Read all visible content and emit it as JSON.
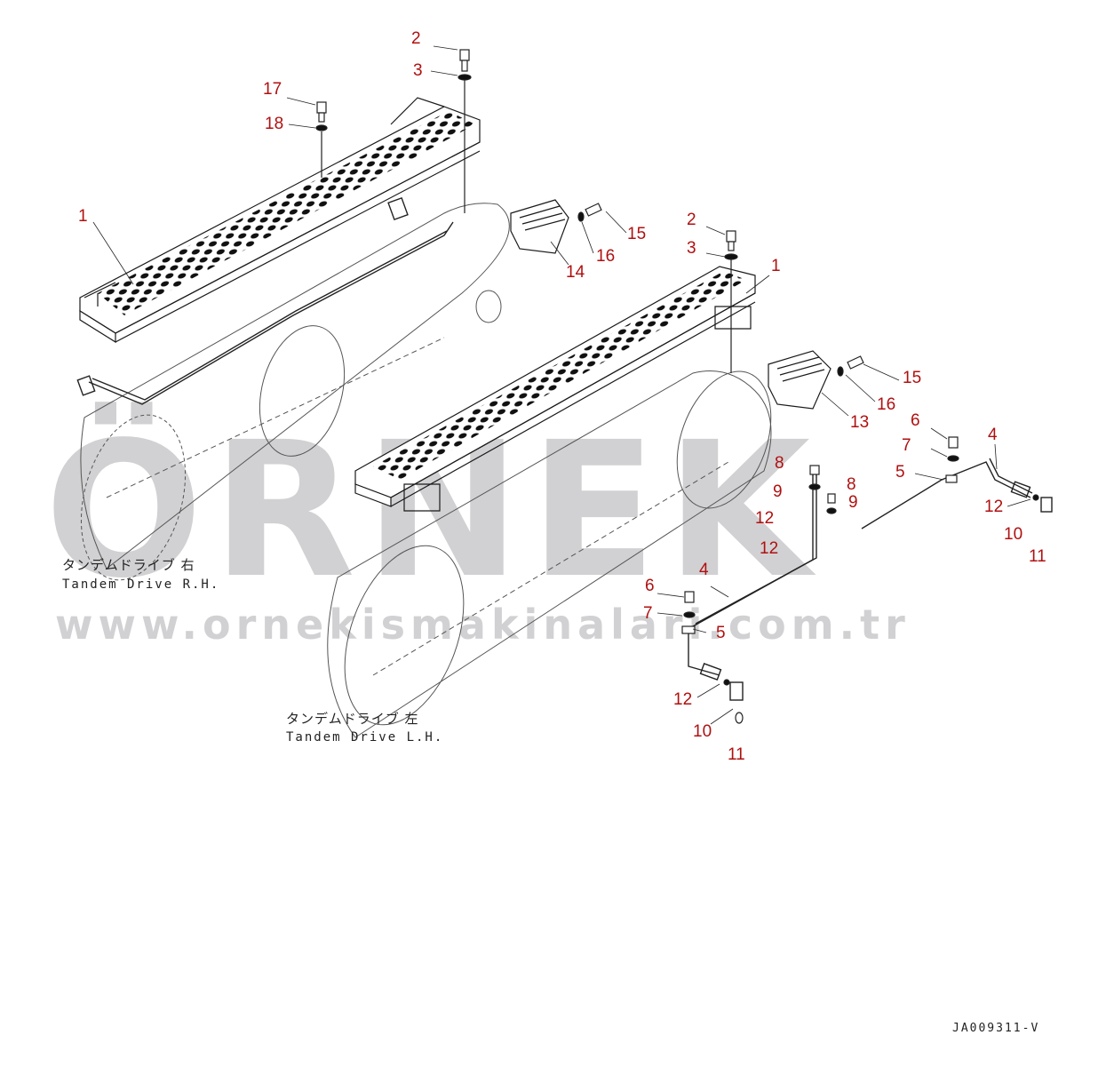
{
  "watermark": {
    "brand": "ÖRNEK",
    "url": "www.ornekismakinalari.com.tr",
    "color": "#c9c9cc"
  },
  "labels": {
    "rh_jp": "タンデムドライブ 右",
    "rh_en": "Tandem Drive R.H.",
    "lh_jp": "タンデムドライブ 左",
    "lh_en": "Tandem Drive L.H."
  },
  "drawing_code": "JA009311-V",
  "callout_color": "#b01010",
  "callouts": [
    {
      "id": "c2a",
      "text": "2"
    },
    {
      "id": "c3a",
      "text": "3"
    },
    {
      "id": "c17",
      "text": "17"
    },
    {
      "id": "c18",
      "text": "18"
    },
    {
      "id": "c1a",
      "text": "1"
    },
    {
      "id": "c15a",
      "text": "15"
    },
    {
      "id": "c16a",
      "text": "16"
    },
    {
      "id": "c14",
      "text": "14"
    },
    {
      "id": "c2b",
      "text": "2"
    },
    {
      "id": "c3b",
      "text": "3"
    },
    {
      "id": "c1b",
      "text": "1"
    },
    {
      "id": "c15b",
      "text": "15"
    },
    {
      "id": "c16b",
      "text": "16"
    },
    {
      "id": "c13",
      "text": "13"
    },
    {
      "id": "c6a",
      "text": "6"
    },
    {
      "id": "c4a",
      "text": "4"
    },
    {
      "id": "c7a",
      "text": "7"
    },
    {
      "id": "c5a",
      "text": "5"
    },
    {
      "id": "c8a",
      "text": "8"
    },
    {
      "id": "c9a",
      "text": "9"
    },
    {
      "id": "c8b",
      "text": "8"
    },
    {
      "id": "c9b",
      "text": "9"
    },
    {
      "id": "c12a",
      "text": "12"
    },
    {
      "id": "c12b",
      "text": "12"
    },
    {
      "id": "c12c",
      "text": "12"
    },
    {
      "id": "c10a",
      "text": "10"
    },
    {
      "id": "c11a",
      "text": "11"
    },
    {
      "id": "c4b",
      "text": "4"
    },
    {
      "id": "c6b",
      "text": "6"
    },
    {
      "id": "c7b",
      "text": "7"
    },
    {
      "id": "c5b",
      "text": "5"
    },
    {
      "id": "c12d",
      "text": "12"
    },
    {
      "id": "c10b",
      "text": "10"
    },
    {
      "id": "c11b",
      "text": "11"
    }
  ]
}
